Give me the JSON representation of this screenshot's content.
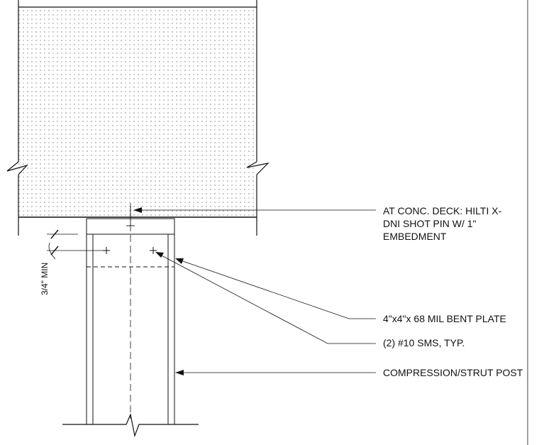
{
  "callouts": {
    "shot_pin": {
      "line1": "AT CONC. DECK: HILTI X-",
      "line2": "DNI SHOT PIN W/ 1\"",
      "line3": "EMBEDMENT"
    },
    "bent_plate": "4\"x4\"x 68 MIL BENT PLATE",
    "sms": "(2) #10 SMS, TYP.",
    "post": "COMPRESSION/STRUT POST"
  },
  "dimension": {
    "edge_distance": "3/4\" MIN"
  }
}
